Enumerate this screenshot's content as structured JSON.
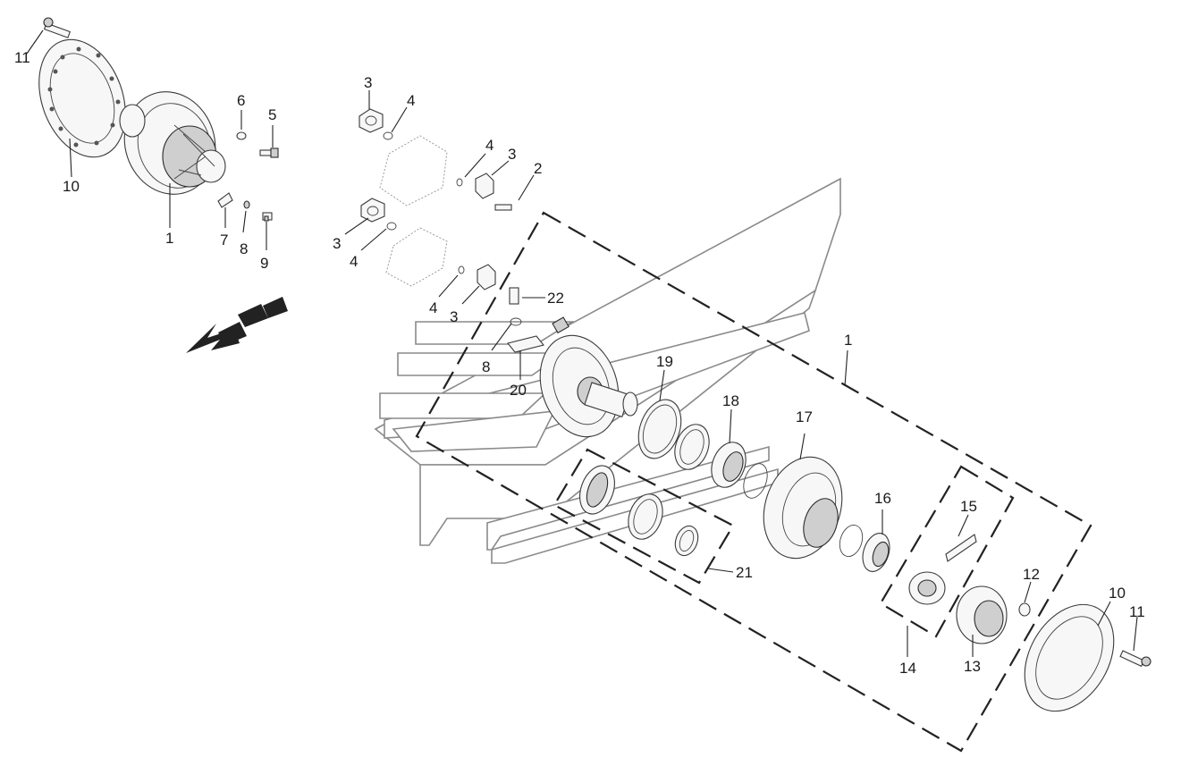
{
  "diagram": {
    "callouts": [
      {
        "id": "c-11-top",
        "text": "11"
      },
      {
        "id": "c-10-top",
        "text": "10"
      },
      {
        "id": "c-1-top",
        "text": "1"
      },
      {
        "id": "c-6",
        "text": "6"
      },
      {
        "id": "c-5",
        "text": "5"
      },
      {
        "id": "c-7",
        "text": "7"
      },
      {
        "id": "c-8-top",
        "text": "8"
      },
      {
        "id": "c-9",
        "text": "9"
      },
      {
        "id": "c-3-a",
        "text": "3"
      },
      {
        "id": "c-4-a",
        "text": "4"
      },
      {
        "id": "c-4-b",
        "text": "4"
      },
      {
        "id": "c-3-b",
        "text": "3"
      },
      {
        "id": "c-2",
        "text": "2"
      },
      {
        "id": "c-3-c",
        "text": "3"
      },
      {
        "id": "c-4-c",
        "text": "4"
      },
      {
        "id": "c-4-d",
        "text": "4"
      },
      {
        "id": "c-3-d",
        "text": "3"
      },
      {
        "id": "c-22",
        "text": "22"
      },
      {
        "id": "c-8-mid",
        "text": "8"
      },
      {
        "id": "c-20",
        "text": "20"
      },
      {
        "id": "c-19",
        "text": "19"
      },
      {
        "id": "c-18",
        "text": "18"
      },
      {
        "id": "c-17",
        "text": "17"
      },
      {
        "id": "c-1-big",
        "text": "1"
      },
      {
        "id": "c-16",
        "text": "16"
      },
      {
        "id": "c-15",
        "text": "15"
      },
      {
        "id": "c-21",
        "text": "21"
      },
      {
        "id": "c-12",
        "text": "12"
      },
      {
        "id": "c-10-bot",
        "text": "10"
      },
      {
        "id": "c-11-bot",
        "text": "11"
      },
      {
        "id": "c-14",
        "text": "14"
      },
      {
        "id": "c-13",
        "text": "13"
      }
    ]
  }
}
